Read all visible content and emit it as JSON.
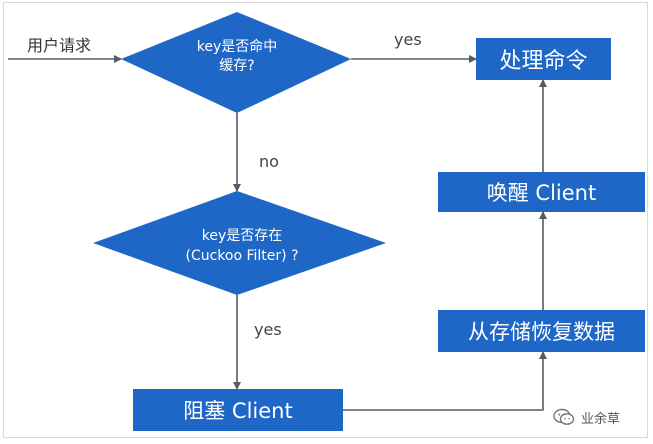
{
  "start_label": "用户请求",
  "decision1": {
    "line1": "key是否命中",
    "line2": "缓存?"
  },
  "decision2": {
    "line1": "key是否存在",
    "line2": "(Cuckoo Filter) ?"
  },
  "labels": {
    "yes_top": "yes",
    "no": "no",
    "yes_bottom": "yes"
  },
  "boxes": {
    "process": "处理命令",
    "wake": "唤醒 Client",
    "restore": "从存储恢复数据",
    "block": "阻塞 Client"
  },
  "watermark": {
    "text": "业余草",
    "icon": "wechat-icon"
  },
  "colors": {
    "shape_fill": "#1f67c7",
    "arrow": "#555c66",
    "text_on_shape": "#ffffff"
  }
}
